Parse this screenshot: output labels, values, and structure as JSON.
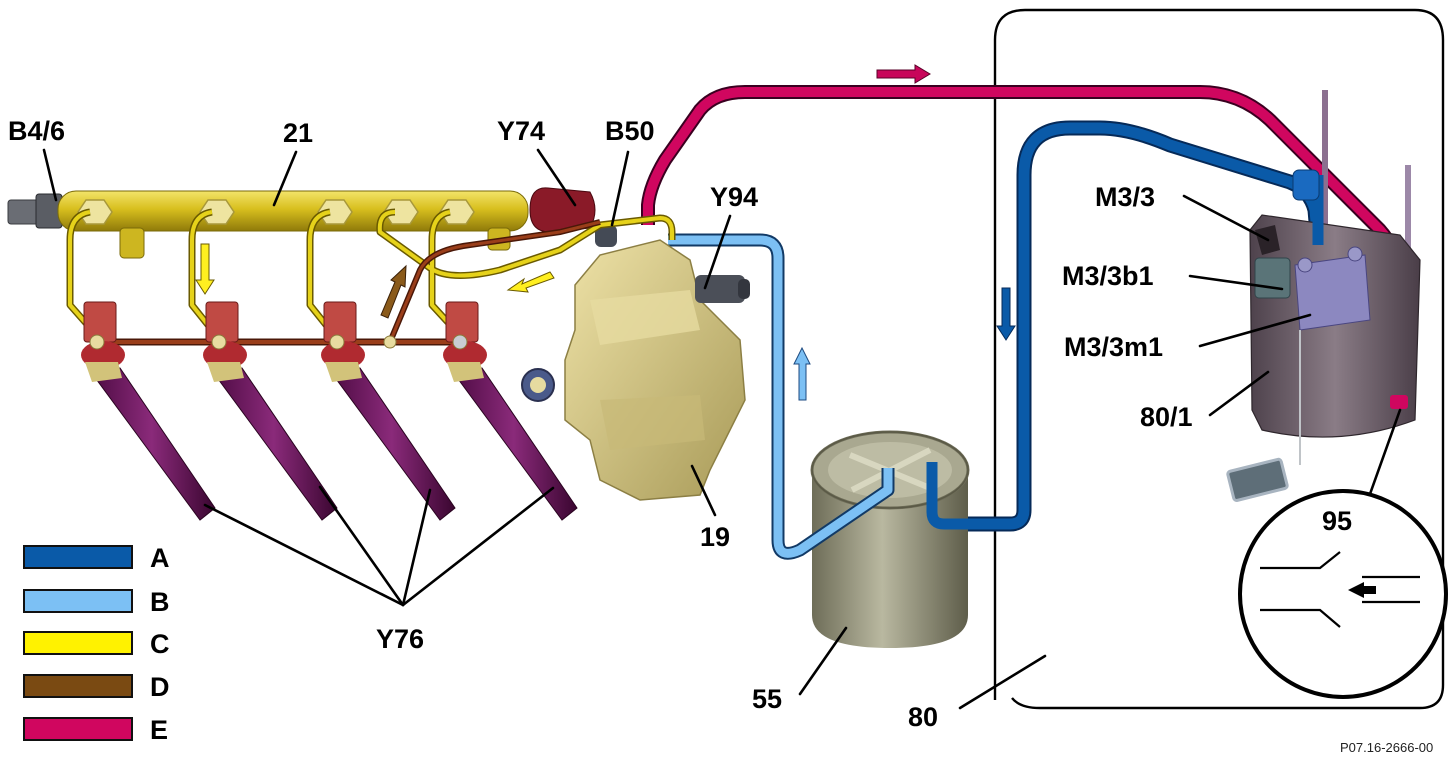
{
  "diagram": {
    "title": "Fuel system schematic",
    "reference_code": "P07.16-2666-00",
    "component_labels": {
      "b4_6": "B4/6",
      "rail": "21",
      "y74": "Y74",
      "b50": "B50",
      "y94": "Y94",
      "injectors": "Y76",
      "pump": "19",
      "filter": "55",
      "tank": "80",
      "m3_3": "M3/3",
      "m3_3b1": "M3/3b1",
      "m3_3m1": "M3/3m1",
      "module": "80/1",
      "detail": "95"
    },
    "legend": [
      {
        "key": "A",
        "color": "#0a5aa8"
      },
      {
        "key": "B",
        "color": "#7cc0f4"
      },
      {
        "key": "C",
        "color": "#fff200"
      },
      {
        "key": "D",
        "color": "#7a4a12"
      },
      {
        "key": "E",
        "color": "#d0065f"
      }
    ],
    "colors": {
      "line_a": "#0a5aa8",
      "line_b": "#7cc0f4",
      "line_c": "#e6d21a",
      "line_d": "#8a3a10",
      "line_e": "#d0065f",
      "rail": "#d6c02a",
      "injector": "#7a1a6a",
      "pump": "#d8cb8e",
      "filter": "#8f8e78"
    }
  }
}
